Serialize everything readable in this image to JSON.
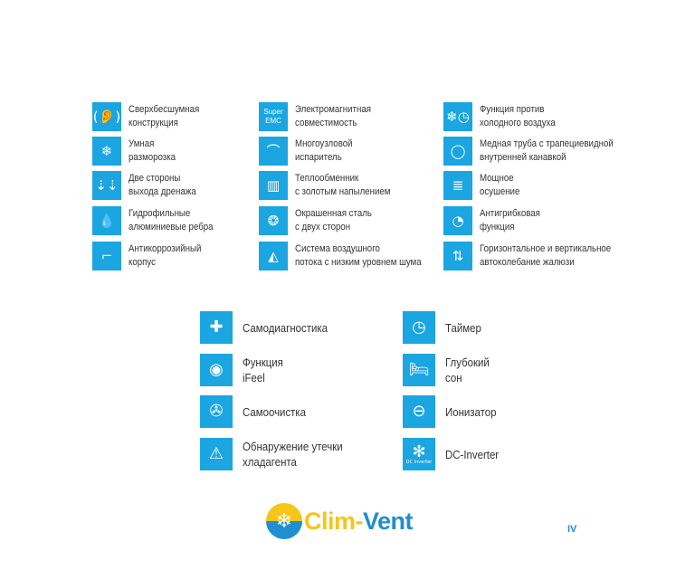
{
  "colors": {
    "icon_bg": "#1ba5e1",
    "brand_yellow": "#f5c518",
    "brand_blue": "#1e8fd0"
  },
  "features_top": [
    {
      "icon": "ear-sound-icon",
      "glyph": "((👂))",
      "lines": [
        "Сверхбесшумная",
        "конструкция"
      ]
    },
    {
      "icon": "defrost-icon",
      "glyph": "❄",
      "lines": [
        "Умная",
        "разморозка"
      ]
    },
    {
      "icon": "drain-icon",
      "glyph": "⇣⇣",
      "lines": [
        "Две стороны",
        "выхода дренажа"
      ]
    },
    {
      "icon": "hydrophilic-fin-icon",
      "glyph": "💧",
      "lines": [
        "Гидрофильные",
        "алюминиевые ребра"
      ]
    },
    {
      "icon": "anticorrosion-icon",
      "glyph": "⌐",
      "lines": [
        "Антикоррозийный",
        "корпус"
      ]
    },
    {
      "icon": "super-emc-icon",
      "glyph": "Super EMC",
      "lines": [
        "Электромагнитная",
        "совместимость"
      ]
    },
    {
      "icon": "evaporator-icon",
      "glyph": "⌒",
      "lines": [
        "Многоузловой",
        "испаритель"
      ]
    },
    {
      "icon": "heat-exchanger-icon",
      "glyph": "▥",
      "lines": [
        "Теплообменник",
        "с золотым напылением"
      ]
    },
    {
      "icon": "painted-steel-icon",
      "glyph": "❂",
      "lines": [
        "Окрашенная сталь",
        "с двух сторон"
      ]
    },
    {
      "icon": "low-noise-airflow-icon",
      "glyph": "◭",
      "lines": [
        "Система воздушного",
        "потока с низким уровнем шума"
      ]
    },
    {
      "icon": "anti-cold-air-icon",
      "glyph": "❄◷",
      "lines": [
        "Функция против",
        "холодного воздуха"
      ]
    },
    {
      "icon": "copper-tube-icon",
      "glyph": "◯",
      "lines": [
        "Медная труба с трапециевидной",
        "внутренней канавкой"
      ]
    },
    {
      "icon": "dehumidify-icon",
      "glyph": "≣",
      "lines": [
        "Мощное",
        "осушение"
      ]
    },
    {
      "icon": "antifungal-icon",
      "glyph": "◔",
      "lines": [
        "Антигрибковая",
        "функция"
      ]
    },
    {
      "icon": "louver-swing-icon",
      "glyph": "⇅",
      "lines": [
        "Горизонтальное и вертикальное",
        "автоколебание жалюзи"
      ]
    }
  ],
  "features_bottom": [
    {
      "icon": "self-diagnosis-icon",
      "glyph": "✚",
      "lines": [
        "Самодиагностика"
      ]
    },
    {
      "icon": "ifeel-icon",
      "glyph": "◉",
      "lines": [
        "Функция",
        "iFeel"
      ]
    },
    {
      "icon": "self-clean-icon",
      "glyph": "✇",
      "lines": [
        "Самоочистка"
      ]
    },
    {
      "icon": "refrigerant-leak-icon",
      "glyph": "⚠",
      "lines": [
        "Обнаружение утечки",
        "хладагента"
      ]
    },
    {
      "icon": "timer-icon",
      "glyph": "◷",
      "lines": [
        "Таймер"
      ]
    },
    {
      "icon": "sleep-icon",
      "glyph": "🛏",
      "lines": [
        "Глубокий",
        "сон"
      ]
    },
    {
      "icon": "ionizer-icon",
      "glyph": "⊖",
      "lines": [
        "Ионизатор"
      ]
    },
    {
      "icon": "dc-inverter-icon",
      "glyph": "✻",
      "sub": "DC Inverter",
      "lines": [
        "DC-Inverter"
      ]
    }
  ],
  "logo": {
    "part1": "Clim-",
    "part2": "Vent"
  },
  "page_number": "IV"
}
